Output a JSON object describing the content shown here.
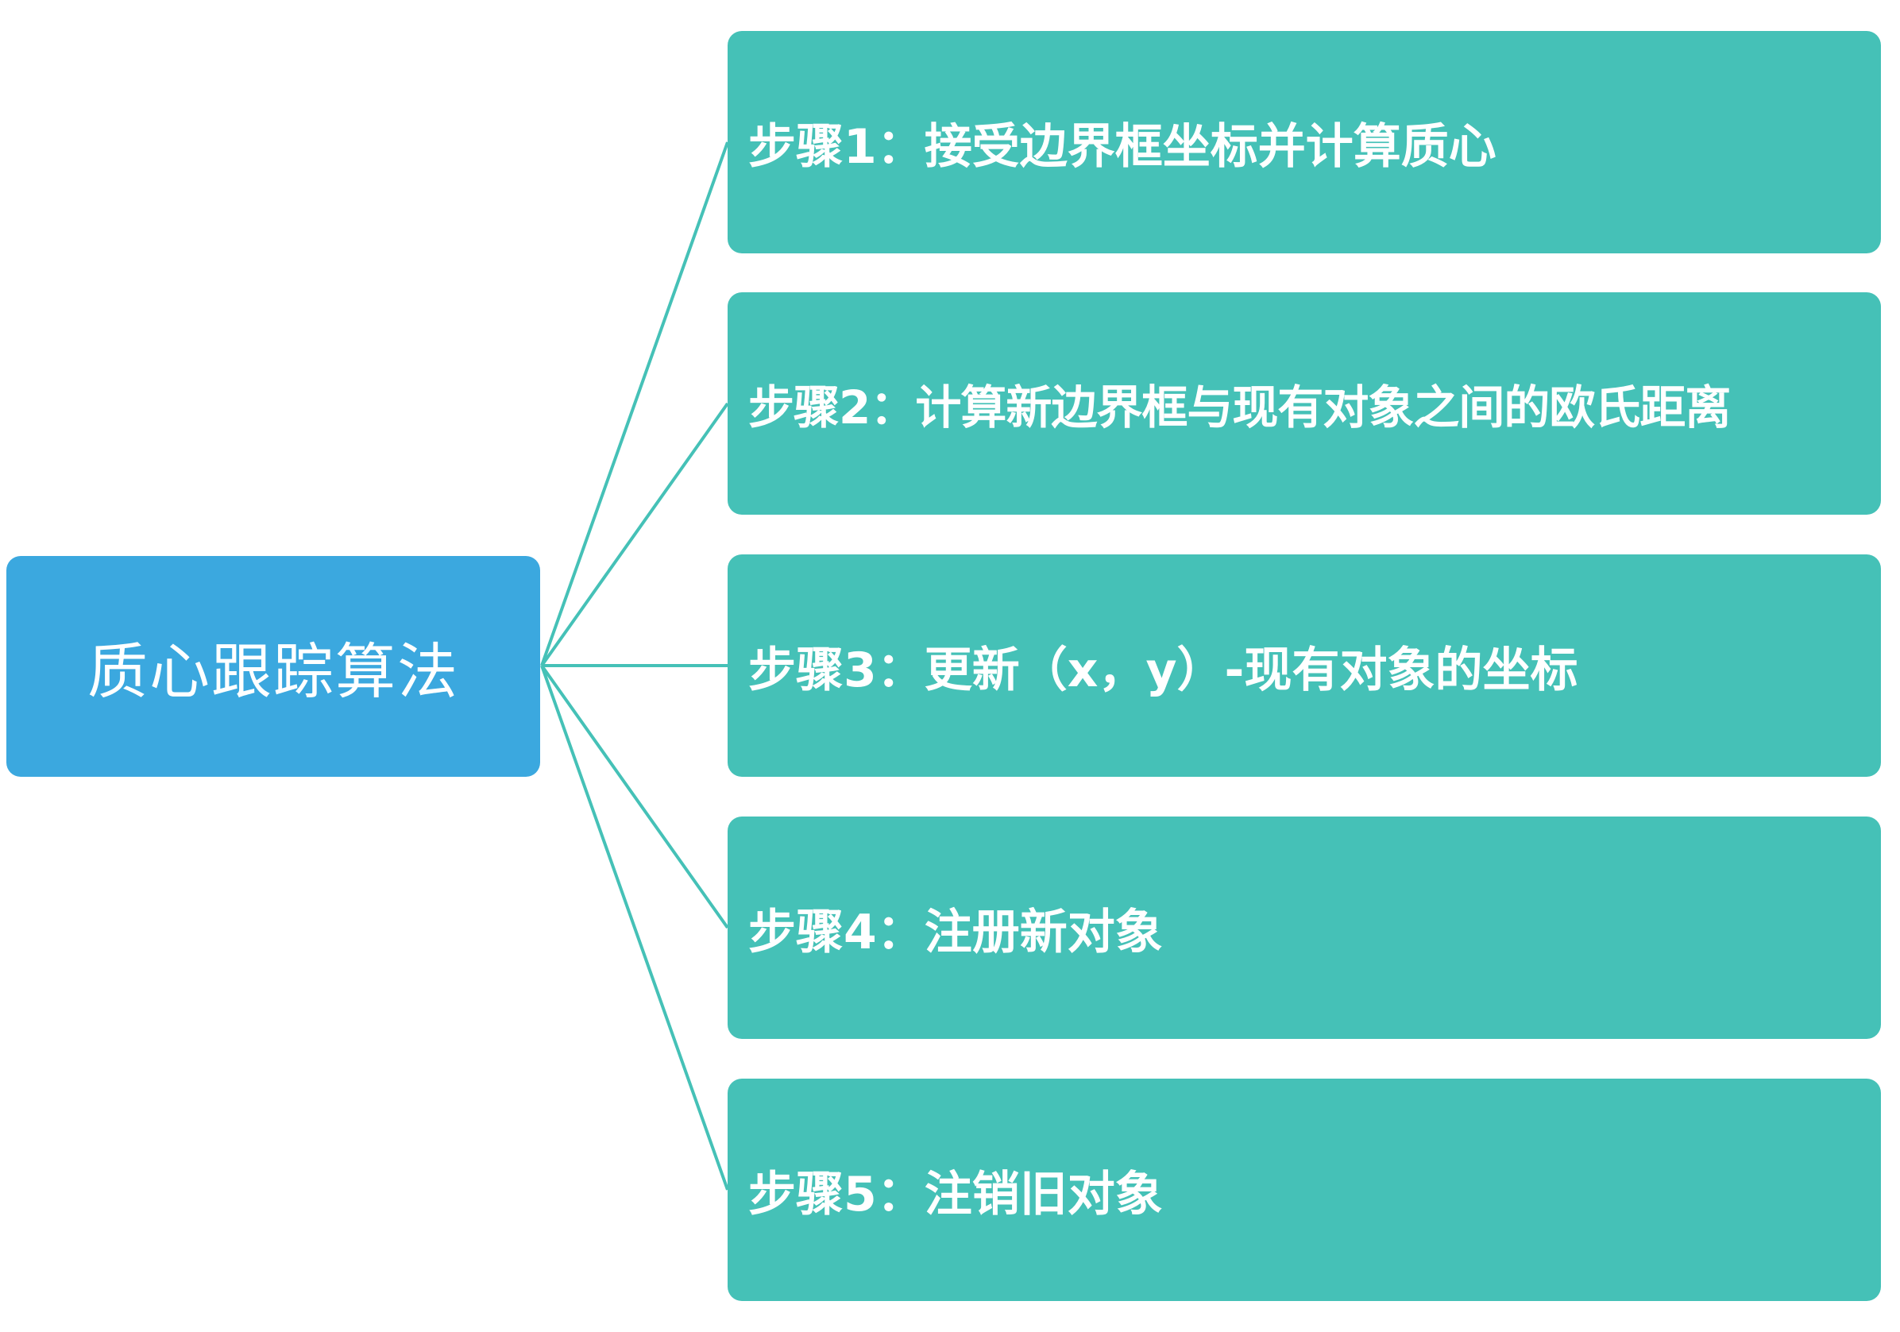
{
  "diagram": {
    "root": {
      "label": "质心跟踪算法"
    },
    "steps": [
      {
        "label": "步骤1：接受边界框坐标并计算质心"
      },
      {
        "label": "步骤2：计算新边界框与现有对象之间的欧氏距离"
      },
      {
        "label": "步骤3：更新（x，y）-现有对象的坐标"
      },
      {
        "label": "步骤4：注册新对象"
      },
      {
        "label": "步骤5：注销旧对象"
      }
    ],
    "colors": {
      "root_fill": "#3ba8df",
      "step_fill": "#45c1b7",
      "connector": "#45c1b7",
      "text": "#ffffff"
    }
  }
}
